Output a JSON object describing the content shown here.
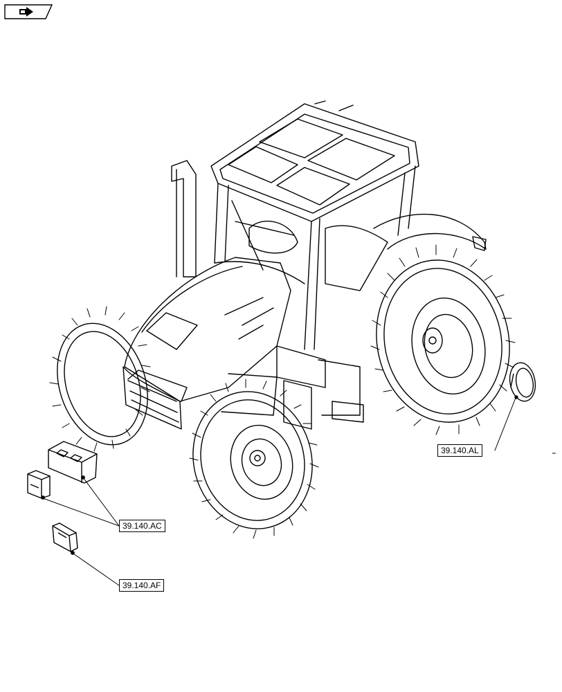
{
  "nav": {
    "icon": "page-navigation-arrow-icon"
  },
  "illustration": {
    "subject": "tractor-icon"
  },
  "callouts": {
    "al": "39.140.AL",
    "ac": "39.140.AC",
    "af": "39.140.AF"
  },
  "colors": {
    "ink": "#000000",
    "paper": "#ffffff"
  }
}
